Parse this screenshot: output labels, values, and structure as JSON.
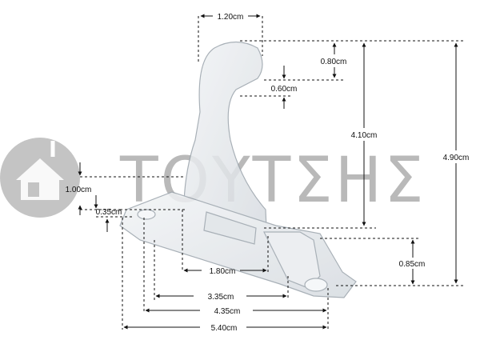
{
  "watermark": {
    "text": "ΤΟΥΤΣΗΣ",
    "color": "#b9b9b9",
    "icon": "house-plug-icon"
  },
  "dimensions": {
    "width_top": "1.20cm",
    "tip_height": "0.80cm",
    "tip_gap": "0.60cm",
    "upper_height": "4.10cm",
    "total_height": "4.90cm",
    "step_height": "1.00cm",
    "base_height": "0.35cm",
    "foot_height": "0.85cm",
    "slot_width": "1.80cm",
    "len_a": "3.35cm",
    "len_b": "4.35cm",
    "len_total": "5.40cm"
  },
  "colors": {
    "line": "#111111",
    "part": "#e6e9ec",
    "part_edge": "#9aa3ab"
  }
}
